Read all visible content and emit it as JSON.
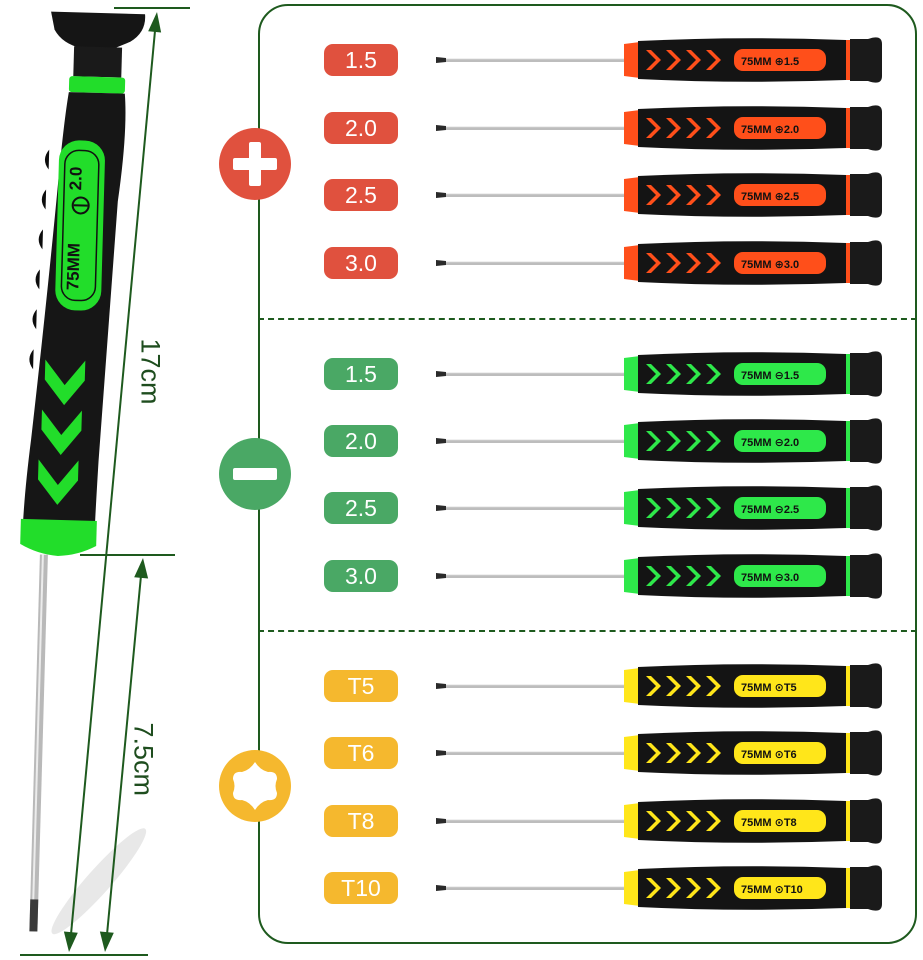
{
  "dimensions": {
    "total_length_label": "17cm",
    "shaft_length_label": "7.5cm"
  },
  "big_screwdriver": {
    "handle_text": "75MM",
    "tip_label": "2.0",
    "tip_symbol": "slotted-icon",
    "accent_color": "#22dd2a"
  },
  "groups": [
    {
      "type": "phillips",
      "icon": "phillips-cross-icon",
      "color": "#e0513e",
      "handle_color": "#ff4f1a",
      "symbol": "⊕",
      "items": [
        {
          "size": "1.5",
          "handle_text": "75MM"
        },
        {
          "size": "2.0",
          "handle_text": "75MM"
        },
        {
          "size": "2.5",
          "handle_text": "75MM"
        },
        {
          "size": "3.0",
          "handle_text": "75MM"
        }
      ]
    },
    {
      "type": "slotted",
      "icon": "slotted-minus-icon",
      "color": "#4aa865",
      "handle_color": "#2ee84a",
      "symbol": "⊖",
      "items": [
        {
          "size": "1.5",
          "handle_text": "75MM"
        },
        {
          "size": "2.0",
          "handle_text": "75MM"
        },
        {
          "size": "2.5",
          "handle_text": "75MM"
        },
        {
          "size": "3.0",
          "handle_text": "75MM"
        }
      ]
    },
    {
      "type": "torx",
      "icon": "torx-star-icon",
      "color": "#f5b82e",
      "handle_color": "#ffe61a",
      "symbol": "⊙",
      "items": [
        {
          "size": "T5",
          "handle_text": "75MM"
        },
        {
          "size": "T6",
          "handle_text": "75MM"
        },
        {
          "size": "T8",
          "handle_text": "75MM"
        },
        {
          "size": "T10",
          "handle_text": "75MM"
        }
      ]
    }
  ]
}
